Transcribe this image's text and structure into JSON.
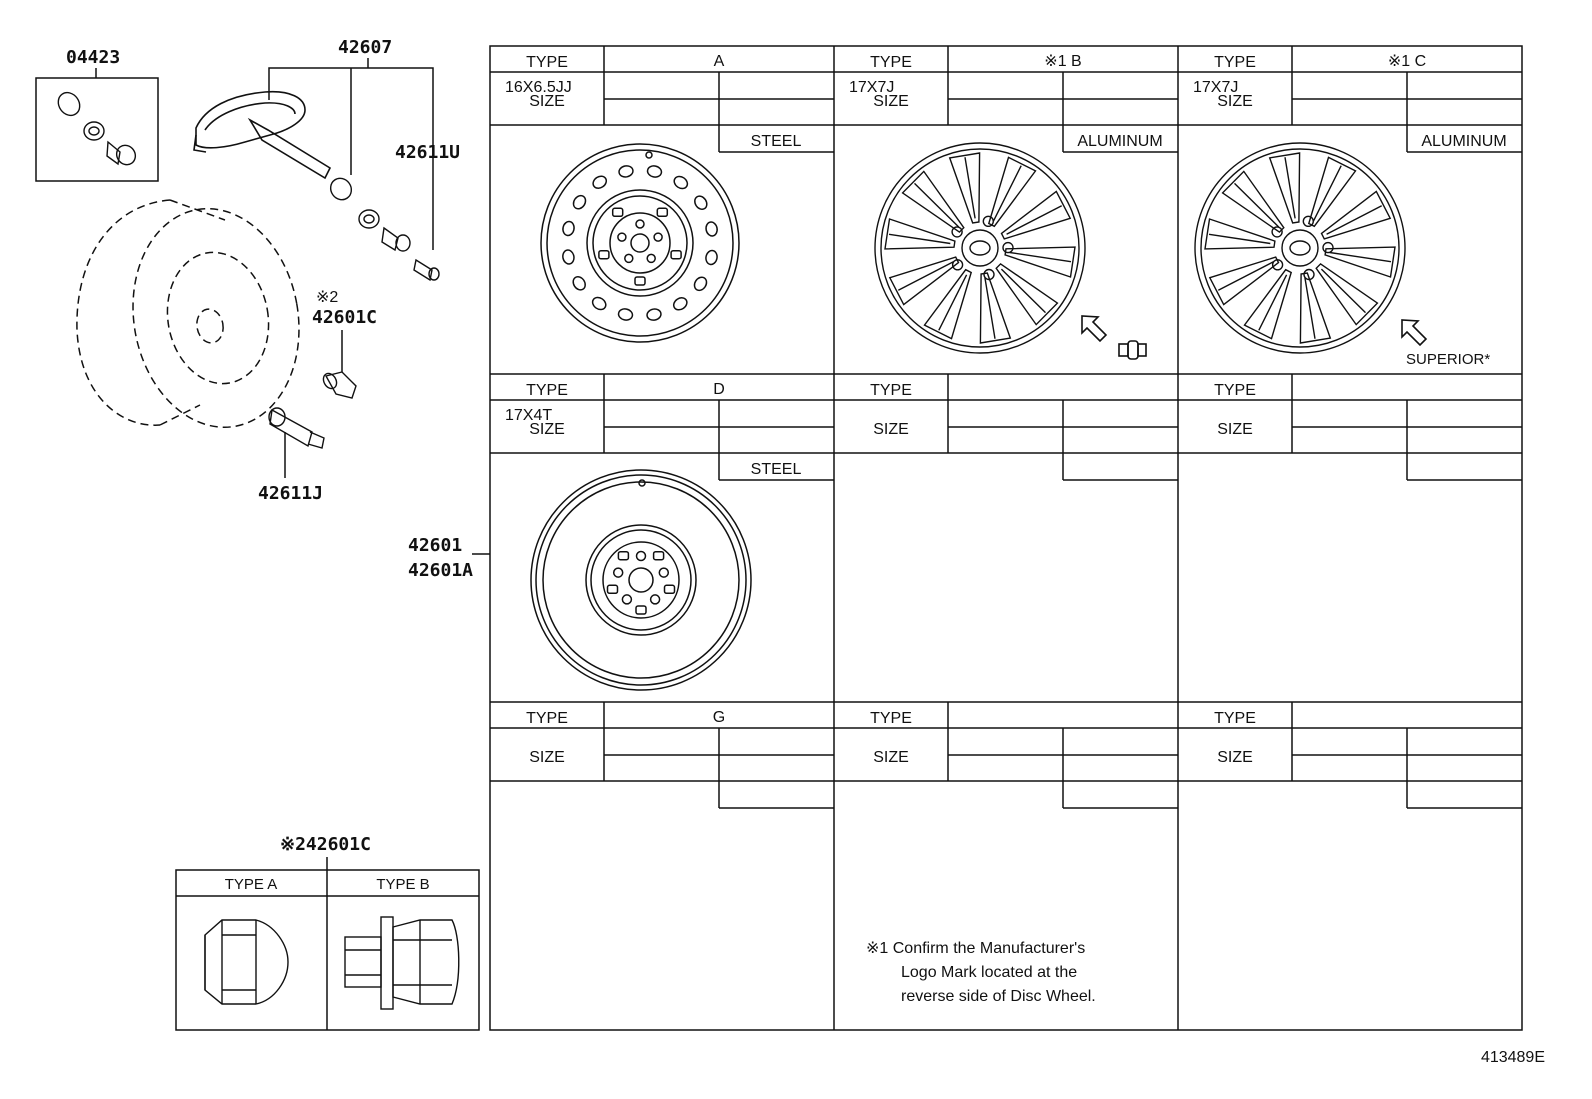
{
  "parts": {
    "p04423": "04423",
    "p42607": "42607",
    "p42611U": "42611U",
    "p42601C_mark": "※2",
    "p42601C": "42601C",
    "p42611J": "42611J",
    "p42601": "42601",
    "p42601A": "42601A",
    "nut_title": "※242601C"
  },
  "nut_types": {
    "a": "TYPE A",
    "b": "TYPE B"
  },
  "grid": {
    "type_label": "TYPE",
    "size_label": "SIZE",
    "cells": [
      {
        "type": "A",
        "size": "16X6.5JJ",
        "material": "STEEL"
      },
      {
        "type": "※1 B",
        "size": "17X7J",
        "material": "ALUMINUM"
      },
      {
        "type": "※1 C",
        "size": "17X7J",
        "material": "ALUMINUM",
        "note": "SUPERIOR*"
      },
      {
        "type": "D",
        "size": "17X4T",
        "material": "STEEL"
      },
      {
        "type": "",
        "size": "",
        "material": ""
      },
      {
        "type": "",
        "size": "",
        "material": ""
      },
      {
        "type": "G",
        "size": "",
        "material": ""
      },
      {
        "type": "",
        "size": "",
        "material": ""
      },
      {
        "type": "",
        "size": "",
        "material": ""
      }
    ]
  },
  "footnote": {
    "line1": "※1 Confirm the Manufacturer's",
    "line2": "Logo Mark located at the",
    "line3": "reverse side of Disc Wheel."
  },
  "figure_id": "413489E"
}
